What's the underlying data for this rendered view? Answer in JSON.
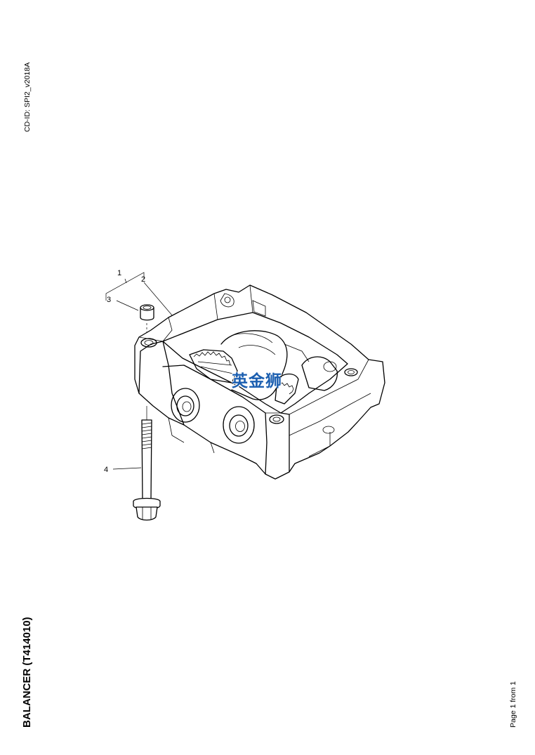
{
  "header": {
    "cd_id": "CD-ID: SPI2_v2018A"
  },
  "document": {
    "title": "BALANCER (T414010)",
    "page_label": "Page 1 from 1"
  },
  "drawing": {
    "callouts": [
      "1",
      "2",
      "3",
      "4"
    ],
    "watermark": "英金狮"
  }
}
